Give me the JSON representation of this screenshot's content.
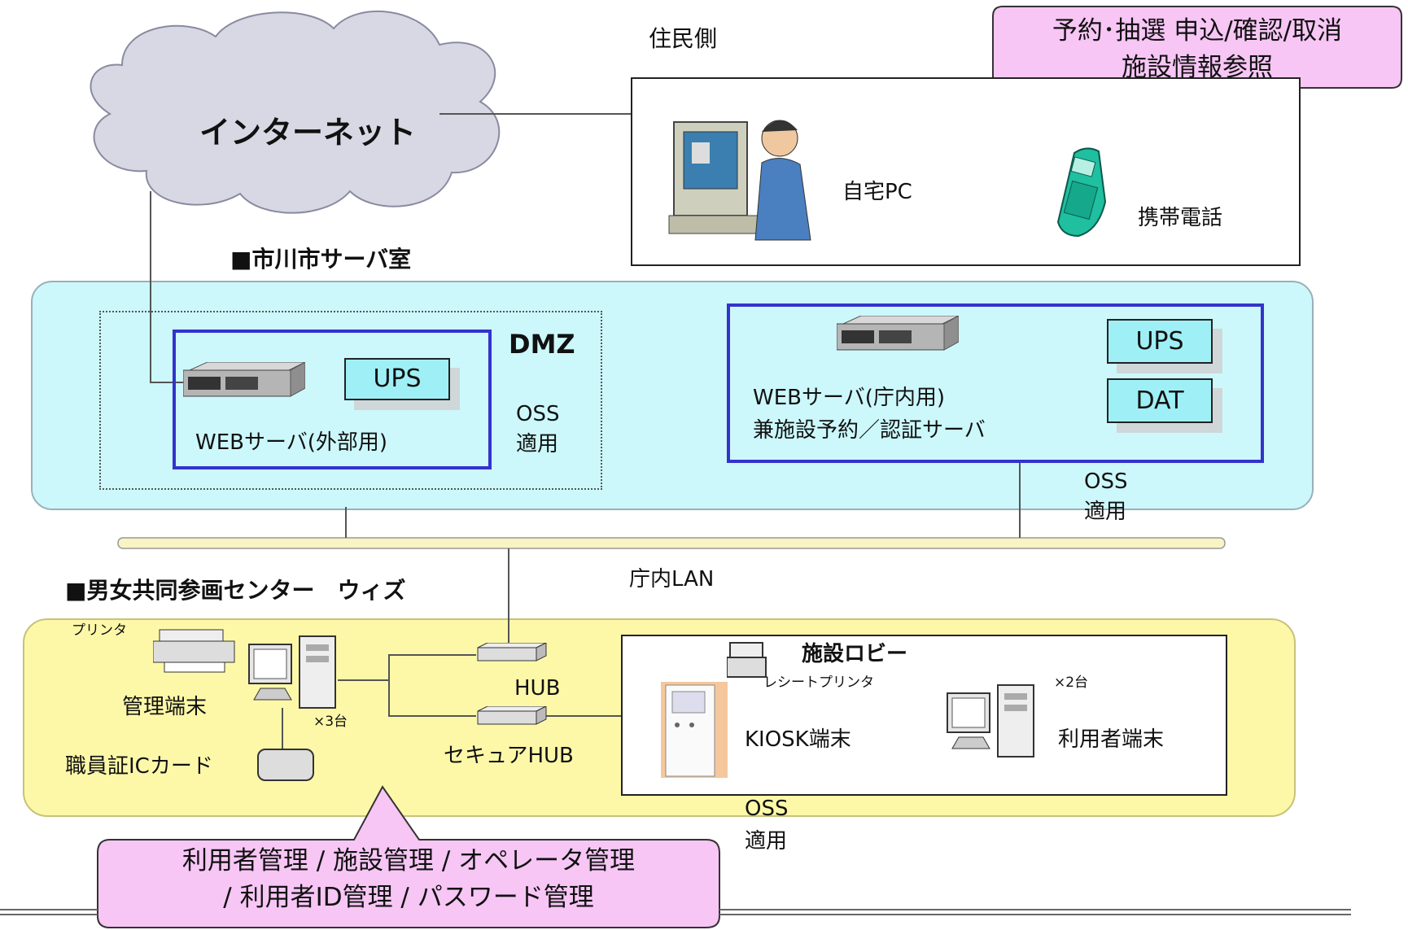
{
  "labels": {
    "resident_side": "住民側",
    "internet": "インターネット",
    "home_pc": "自宅PC",
    "mobile_phone": "携帯電話",
    "server_room": "■市川市サーバ室",
    "dmz": "DMZ",
    "ups1": "UPS",
    "web_external": "WEBサーバ(外部用)",
    "oss1_line1": "OSS",
    "oss1_line2": "適用",
    "ups2": "UPS",
    "dat": "DAT",
    "web_internal_line1": "WEBサーバ(庁内用)",
    "web_internal_line2": "兼施設予約／認証サーバ",
    "oss2_line1": "OSS",
    "oss2_line2": "適用",
    "lan": "庁内LAN",
    "center": "■男女共同参画センター　ウィズ",
    "printer": "プリンタ",
    "admin_terminal": "管理端末",
    "x3": "×3台",
    "hub": "HUB",
    "secure_hub": "セキュアHUB",
    "staff_card": "職員証ICカード",
    "lobby": "施設ロビー",
    "receipt_printer": "レシートプリンタ",
    "x2": "×2台",
    "kiosk": "KIOSK端末",
    "user_terminal": "利用者端末",
    "oss3_line1": "OSS",
    "oss3_line2": "適用"
  },
  "callouts": {
    "top_line1": "予約･抽選 申込/確認/取消",
    "top_line2": "施設情報参照",
    "bottom_line1": "利用者管理 / 施設管理 / オペレータ管理",
    "bottom_line2": "/ 利用者ID管理 / パスワード管理"
  },
  "colors": {
    "server_zone": "#ccf8fb",
    "center_zone": "#fdf8a8",
    "callout": "#f7c6f5",
    "box_border": "#3333cc",
    "lan_bar": "#f8f4c4"
  }
}
